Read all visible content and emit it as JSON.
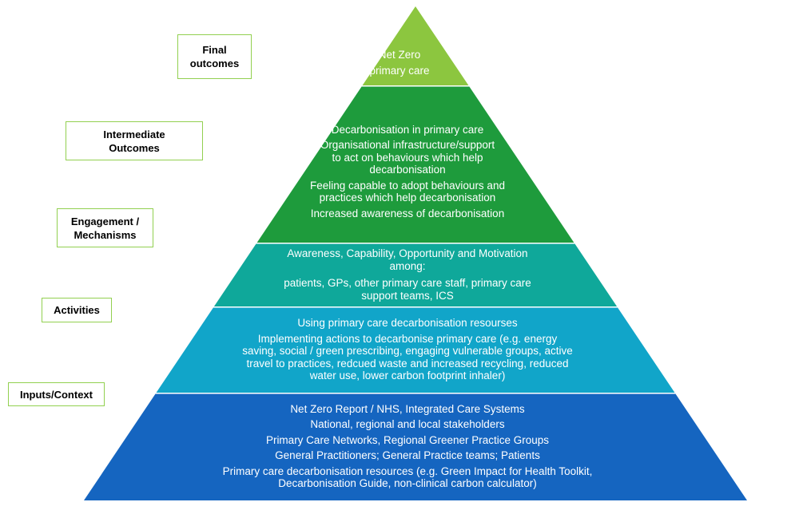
{
  "levels": [
    {
      "label": "Final\noutcomes",
      "items": [
        "Net Zero\nprimary care"
      ],
      "color": "#8cc63f"
    },
    {
      "label": "Intermediate\nOutcomes",
      "items": [
        "Decarbonisation in primary care",
        "Organisational infrastructure/support\nto act on behaviours which help\ndecarbonisation",
        "Feeling capable to adopt behaviours and\npractices which help decarbonisation",
        "Increased awareness of decarbonisation"
      ],
      "color": "#1e9b3c"
    },
    {
      "label": "Engagement /\nMechanisms",
      "items": [
        "Awareness, Capability, Opportunity and Motivation\namong:",
        "patients, GPs, other primary care staff, primary care\nsupport teams, ICS"
      ],
      "color": "#0fa89a"
    },
    {
      "label": "Activities",
      "items": [
        "Using primary care decarbonisation resourses",
        "Implementing actions to decarbonise primary care  (e.g. energy\nsaving, social / green prescribing, engaging vulnerable groups, active\ntravel to practices, redcued waste and increased recycling, reduced\nwater use, lower carbon footprint inhaler)"
      ],
      "color": "#11a5c9"
    },
    {
      "label": "Inputs/Context",
      "items": [
        "Net Zero Report / NHS, Integrated Care Systems",
        "National, regional and local stakeholders",
        "Primary Care Networks, Regional Greener Practice Groups",
        "General Practitioners; General Practice teams; Patients",
        "Primary care decarbonisation resources (e.g. Green Impact for Health Toolkit,\nDecarbonisation Guide, non-clinical carbon calculator)"
      ],
      "color": "#1565c0"
    }
  ],
  "border_color": "#92d050"
}
